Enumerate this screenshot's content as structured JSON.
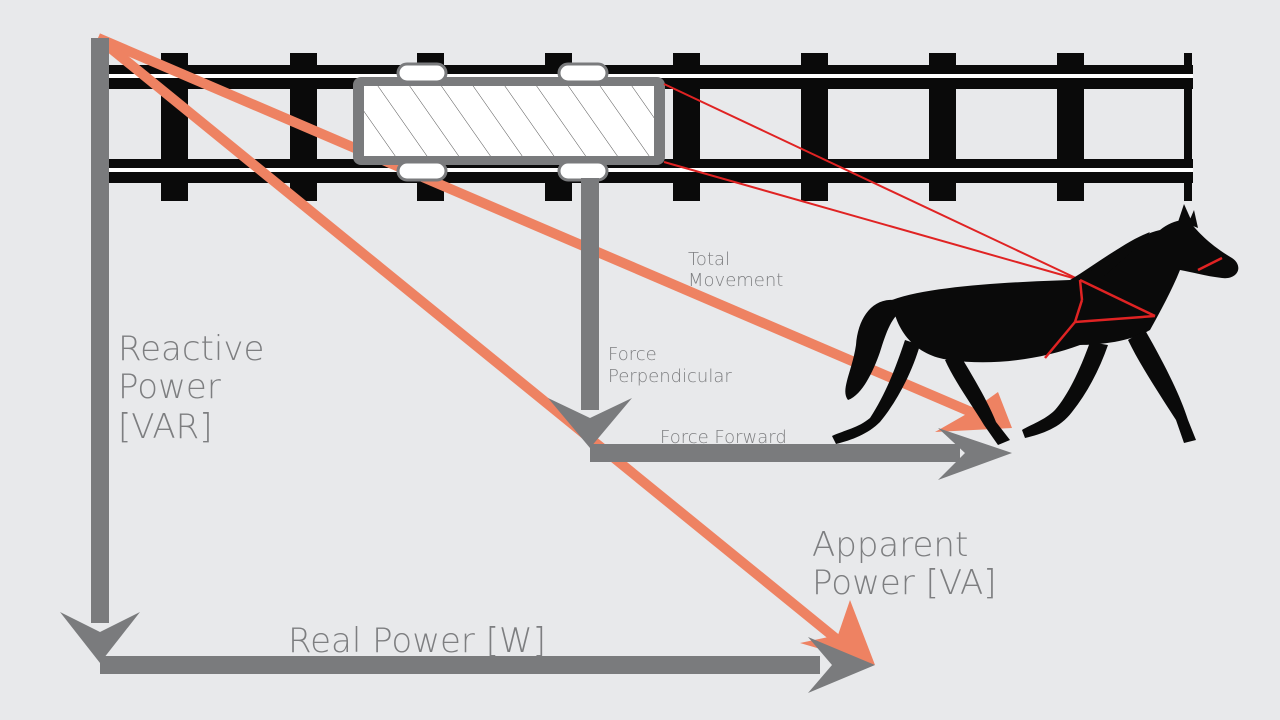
{
  "labels": {
    "reactive_power": [
      "Reactive",
      "Power",
      "[VAR]"
    ],
    "apparent_power": [
      "Apparent",
      "Power [VA]"
    ],
    "real_power": "Real Power [W]",
    "total_movement": [
      "Total",
      "Movement"
    ],
    "force_perpendicular": [
      "Force",
      "Perpendicular"
    ],
    "force_forward": "Force Forward"
  },
  "colors": {
    "background": "#e8e9eb",
    "vector_gray": "#7a7b7d",
    "apparent_orange": "#ee8262",
    "rope_red": "#e02323",
    "rail_black": "#0a0a0a",
    "horse_black": "#0a0a0a"
  },
  "icons": {
    "horse": "horse-silhouette-icon",
    "cart": "rail-cart-icon"
  }
}
